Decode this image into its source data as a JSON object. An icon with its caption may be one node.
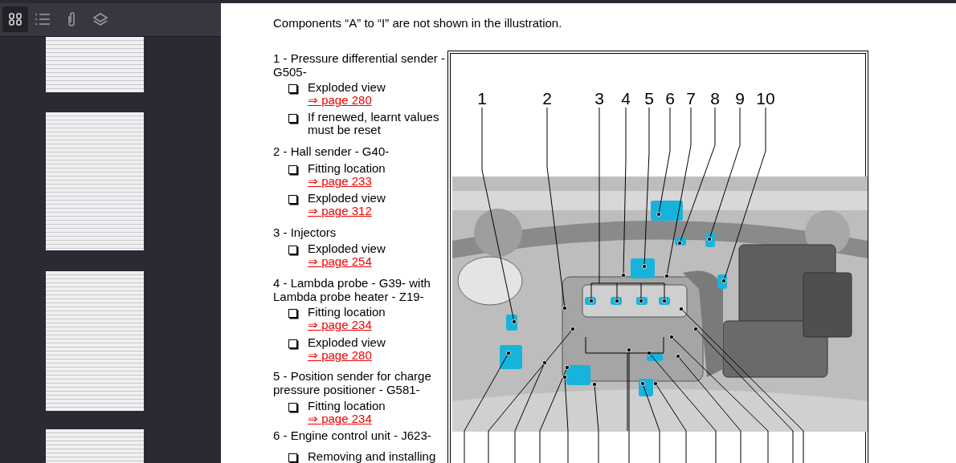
{
  "diagram": {
    "nodes": [
      {
        "text": [
          "1"
        ]
      },
      {
        "text": [
          "2"
        ]
      },
      {
        "text": [
          "3"
        ]
      },
      {
        "text": [
          "4"
        ]
      },
      {
        "text": [
          "5"
        ]
      },
      {
        "text": [
          "6"
        ]
      },
      {
        "text": [
          "7"
        ]
      },
      {
        "text": [
          "8"
        ]
      },
      {
        "text": [
          "9"
        ]
      },
      {
        "text": [
          "10"
        ]
      }
    ],
    "edges": [
      {
        "from": 0,
        "to": null,
        "arrow": "other"
      },
      {
        "from": 1,
        "to": null,
        "arrow": "other"
      },
      {
        "from": 2,
        "to": null,
        "arrow": "other"
      },
      {
        "from": 3,
        "to": null,
        "arrow": "other"
      },
      {
        "from": 4,
        "to": null,
        "arrow": "other"
      },
      {
        "from": 5,
        "to": null,
        "arrow": "other"
      },
      {
        "from": 6,
        "to": null,
        "arrow": "other"
      },
      {
        "from": 7,
        "to": null,
        "arrow": "other"
      },
      {
        "from": 8,
        "to": null,
        "arrow": "other"
      },
      {
        "from": 9,
        "to": null,
        "arrow": "other"
      }
    ],
    "labels": [
      "Components “A” to “I” are not shown in the illustration.",
      "1 - Pressure differential sender - G505-",
      "Exploded view",
      "⇒ page 280",
      "If renewed, learnt values must be reset",
      "2 - Hall sender - G40-",
      "Fitting location",
      "⇒ page 233",
      "Exploded view",
      "⇒ page 312",
      "3 - Injectors",
      "Exploded view",
      "⇒ page 254",
      "4 - Lambda probe - G39- with Lambda probe heater - Z19-",
      "Fitting location",
      "⇒ page 234",
      "Exploded view",
      "⇒ page 280",
      "5 - Position sender for charge pressure positioner - G581-",
      "Fitting location",
      "⇒ page 234",
      "6 - Engine control unit - J623-",
      "Removing and installing"
    ]
  }
}
